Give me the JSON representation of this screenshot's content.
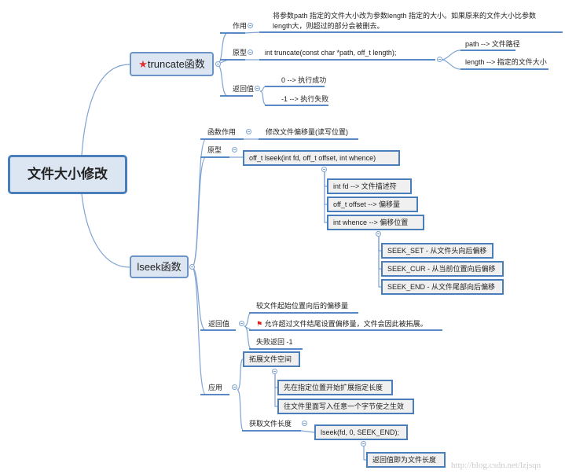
{
  "root": "文件大小修改",
  "truncate": {
    "title": "truncate函数",
    "icon": "star",
    "purpose_label": "作用",
    "purpose_line1": "将参数path 指定的文件大小改为参数length 指定的大小。如果原来的文件大小比参数",
    "purpose_line2": "length大，则超过的部分会被删去。",
    "proto_label": "原型",
    "proto": "int truncate(const char *path, off_t length);",
    "param_path": "path --> 文件路径",
    "param_length": "length --> 指定的文件大小",
    "ret_label": "返回值",
    "ret_ok": "0 --> 执行成功",
    "ret_fail": "-1 --> 执行失败"
  },
  "lseek": {
    "title": "lseek函数",
    "purpose_label": "函数作用",
    "purpose": "修改文件偏移量(读写位置)",
    "proto_label": "原型",
    "proto": "off_t lseek(int fd, off_t offset, int whence)",
    "params": [
      "int fd --> 文件描述符",
      "off_t offset --> 偏移量",
      "int whence --> 偏移位置"
    ],
    "whence": [
      "SEEK_SET - 从文件头向后偏移",
      "SEEK_CUR - 从当前位置向后偏移",
      "SEEK_END - 从文件尾部向后偏移"
    ],
    "ret_label": "返回值",
    "ret": [
      "较文件起始位置向后的偏移量",
      "允许超过文件结尾设置偏移量，文件会因此被拓展。",
      "失败返回 -1"
    ],
    "app_label": "应用",
    "expand": "拓展文件空间",
    "expand_steps": [
      "先在指定位置开始扩展指定长度",
      "往文件里面写入任意一个字节使之生效"
    ],
    "getlen_label": "获取文件长度",
    "getlen_call": "lseek(fd, 0, SEEK_END);",
    "getlen_result": "返回值即为文件长度"
  },
  "watermark": "http://blog.csdn.net/lzjsqn",
  "colors": {
    "line": "#5a8ac6",
    "box_border": "#4a7ebb",
    "box_fill": "#f0f0f0",
    "main_fill": "#dce6f2",
    "star": "#e03030",
    "flag": "#e02020"
  }
}
